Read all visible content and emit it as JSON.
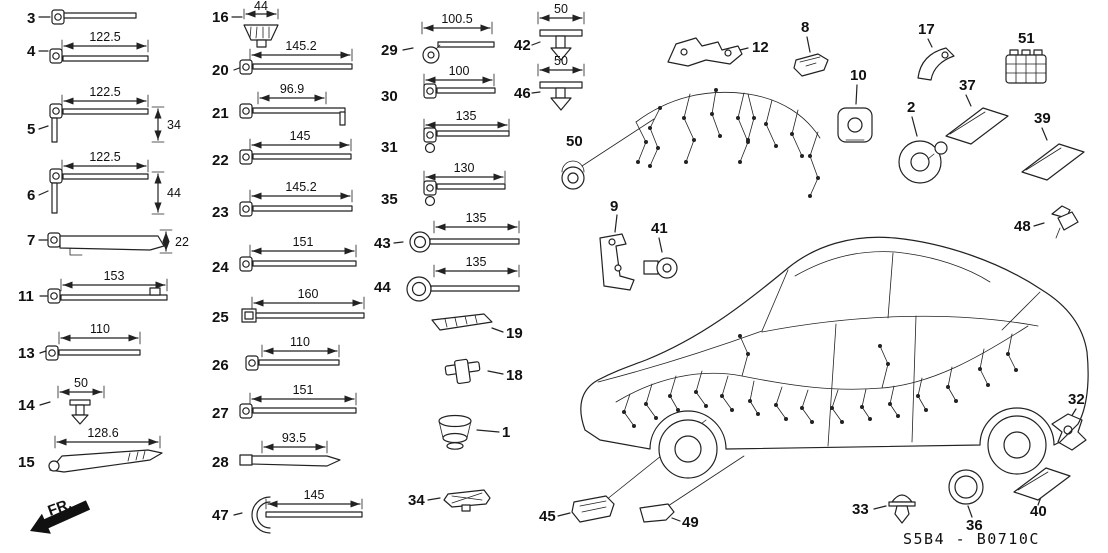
{
  "footer": {
    "diagram_code": "S5B4 - B0710C",
    "fr_label": "FR."
  },
  "items": {
    "1": {
      "label": "1"
    },
    "2": {
      "label": "2"
    },
    "3": {
      "label": "3"
    },
    "4": {
      "label": "4",
      "dim": "122.5"
    },
    "5": {
      "label": "5",
      "dim": "122.5",
      "vdim": "34"
    },
    "6": {
      "label": "6",
      "dim": "122.5",
      "vdim": "44"
    },
    "7": {
      "label": "7",
      "vdim": "22"
    },
    "8": {
      "label": "8"
    },
    "9": {
      "label": "9"
    },
    "10": {
      "label": "10"
    },
    "11": {
      "label": "11",
      "dim": "153"
    },
    "12": {
      "label": "12"
    },
    "13": {
      "label": "13",
      "dim": "110"
    },
    "14": {
      "label": "14",
      "dim": "50"
    },
    "15": {
      "label": "15",
      "dim": "128.6"
    },
    "16": {
      "label": "16",
      "dim": "44"
    },
    "17": {
      "label": "17"
    },
    "18": {
      "label": "18"
    },
    "19": {
      "label": "19"
    },
    "20": {
      "label": "20",
      "dim": "145.2"
    },
    "21": {
      "label": "21",
      "dim": "96.9"
    },
    "22": {
      "label": "22",
      "dim": "145"
    },
    "23": {
      "label": "23",
      "dim": "145.2"
    },
    "24": {
      "label": "24",
      "dim": "151"
    },
    "25": {
      "label": "25",
      "dim": "160"
    },
    "26": {
      "label": "26",
      "dim": "110"
    },
    "27": {
      "label": "27",
      "dim": "151"
    },
    "28": {
      "label": "28",
      "dim": "93.5"
    },
    "29": {
      "label": "29",
      "dim": "100.5"
    },
    "30": {
      "label": "30",
      "dim": "100"
    },
    "31": {
      "label": "31",
      "dim": "135"
    },
    "32": {
      "label": "32"
    },
    "33": {
      "label": "33"
    },
    "34": {
      "label": "34"
    },
    "35": {
      "label": "35",
      "dim": "130"
    },
    "36": {
      "label": "36"
    },
    "37": {
      "label": "37"
    },
    "39": {
      "label": "39"
    },
    "40": {
      "label": "40"
    },
    "41": {
      "label": "41"
    },
    "42": {
      "label": "42",
      "dim": "50"
    },
    "43": {
      "label": "43",
      "dim": "135"
    },
    "44": {
      "label": "44",
      "dim": "135"
    },
    "45": {
      "label": "45"
    },
    "46": {
      "label": "46",
      "dim": "50"
    },
    "47": {
      "label": "47",
      "dim": "145"
    },
    "48": {
      "label": "48"
    },
    "49": {
      "label": "49"
    },
    "50": {
      "label": "50"
    },
    "51": {
      "label": "51"
    }
  }
}
